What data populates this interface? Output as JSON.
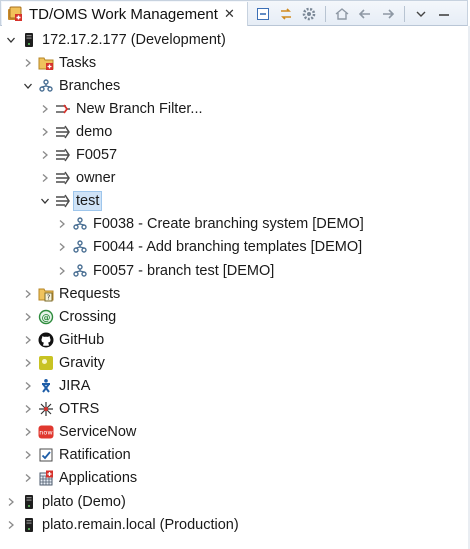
{
  "view": {
    "title": "TD/OMS Work Management",
    "toolbar": [
      "collapse-all",
      "link-with-editor",
      "settings",
      "home",
      "back",
      "forward",
      "view-menu"
    ]
  },
  "tree": [
    {
      "label": "172.17.2.177 (Development)",
      "icon": "server-icon",
      "level": 0,
      "state": "expanded"
    },
    {
      "label": "Tasks",
      "icon": "tasks-folder-icon",
      "level": 1,
      "state": "collapsed"
    },
    {
      "label": "Branches",
      "icon": "branches-icon",
      "level": 1,
      "state": "expanded"
    },
    {
      "label": "New Branch Filter...",
      "icon": "new-filter-icon",
      "level": 2,
      "state": "collapsed"
    },
    {
      "label": "demo",
      "icon": "branch-filter-icon",
      "level": 2,
      "state": "collapsed"
    },
    {
      "label": "F0057",
      "icon": "branch-filter-icon",
      "level": 2,
      "state": "collapsed"
    },
    {
      "label": "owner",
      "icon": "branch-filter-icon",
      "level": 2,
      "state": "collapsed"
    },
    {
      "label": "test",
      "icon": "branch-filter-icon",
      "level": 2,
      "state": "expanded",
      "selected": true
    },
    {
      "label": "F0038 - Create branching system [DEMO]",
      "icon": "branch-icon",
      "level": 3,
      "state": "collapsed"
    },
    {
      "label": "F0044 - Add branching templates [DEMO]",
      "icon": "branch-icon",
      "level": 3,
      "state": "collapsed"
    },
    {
      "label": "F0057 - branch test [DEMO]",
      "icon": "branch-icon",
      "level": 3,
      "state": "collapsed"
    },
    {
      "label": "Requests",
      "icon": "requests-folder-icon",
      "level": 1,
      "state": "collapsed"
    },
    {
      "label": "Crossing",
      "icon": "crossing-icon",
      "level": 1,
      "state": "collapsed"
    },
    {
      "label": "GitHub",
      "icon": "github-icon",
      "level": 1,
      "state": "collapsed"
    },
    {
      "label": "Gravity",
      "icon": "gravity-icon",
      "level": 1,
      "state": "collapsed"
    },
    {
      "label": "JIRA",
      "icon": "jira-icon",
      "level": 1,
      "state": "collapsed"
    },
    {
      "label": "OTRS",
      "icon": "otrs-icon",
      "level": 1,
      "state": "collapsed"
    },
    {
      "label": "ServiceNow",
      "icon": "servicenow-icon",
      "level": 1,
      "state": "collapsed"
    },
    {
      "label": "Ratification",
      "icon": "ratification-icon",
      "level": 1,
      "state": "collapsed"
    },
    {
      "label": "Applications",
      "icon": "applications-icon",
      "level": 1,
      "state": "collapsed"
    },
    {
      "label": "plato (Demo)",
      "icon": "server-icon",
      "level": 0,
      "state": "collapsed"
    },
    {
      "label": "plato.remain.local (Production)",
      "icon": "server-icon",
      "level": 0,
      "state": "collapsed"
    }
  ]
}
